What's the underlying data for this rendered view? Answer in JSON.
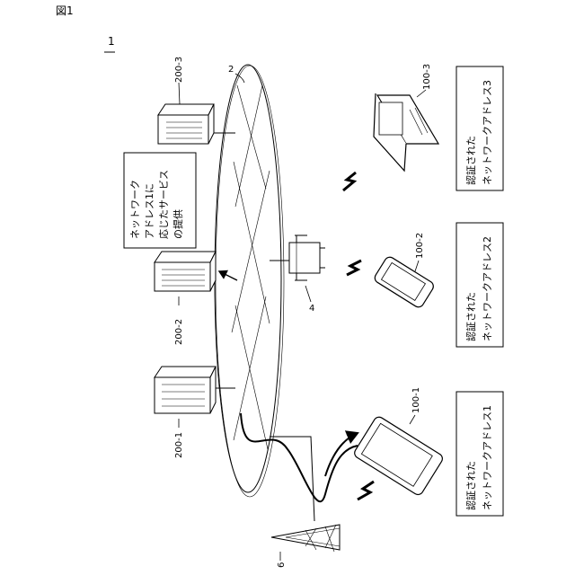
{
  "figure": {
    "label": "図1",
    "system_ref": "1",
    "network_ref": "2",
    "ap_ref": "4",
    "tower_ref": "6"
  },
  "servers": [
    {
      "ref": "200-1"
    },
    {
      "ref": "200-2"
    },
    {
      "ref": "200-3"
    }
  ],
  "devices": [
    {
      "ref": "100-1",
      "type": "tablet"
    },
    {
      "ref": "100-2",
      "type": "smartphone"
    },
    {
      "ref": "100-3",
      "type": "laptop"
    }
  ],
  "service_callout": {
    "line1": "ネットワーク",
    "line2": "アドレス1に",
    "line3": "応じたサービス",
    "line4": "の提供"
  },
  "auth_boxes": [
    {
      "line1": "認証された",
      "line2": "ネットワークアドレス1"
    },
    {
      "line1": "認証された",
      "line2": "ネットワークアドレス2"
    },
    {
      "line1": "認証された",
      "line2": "ネットワークアドレス3"
    }
  ]
}
